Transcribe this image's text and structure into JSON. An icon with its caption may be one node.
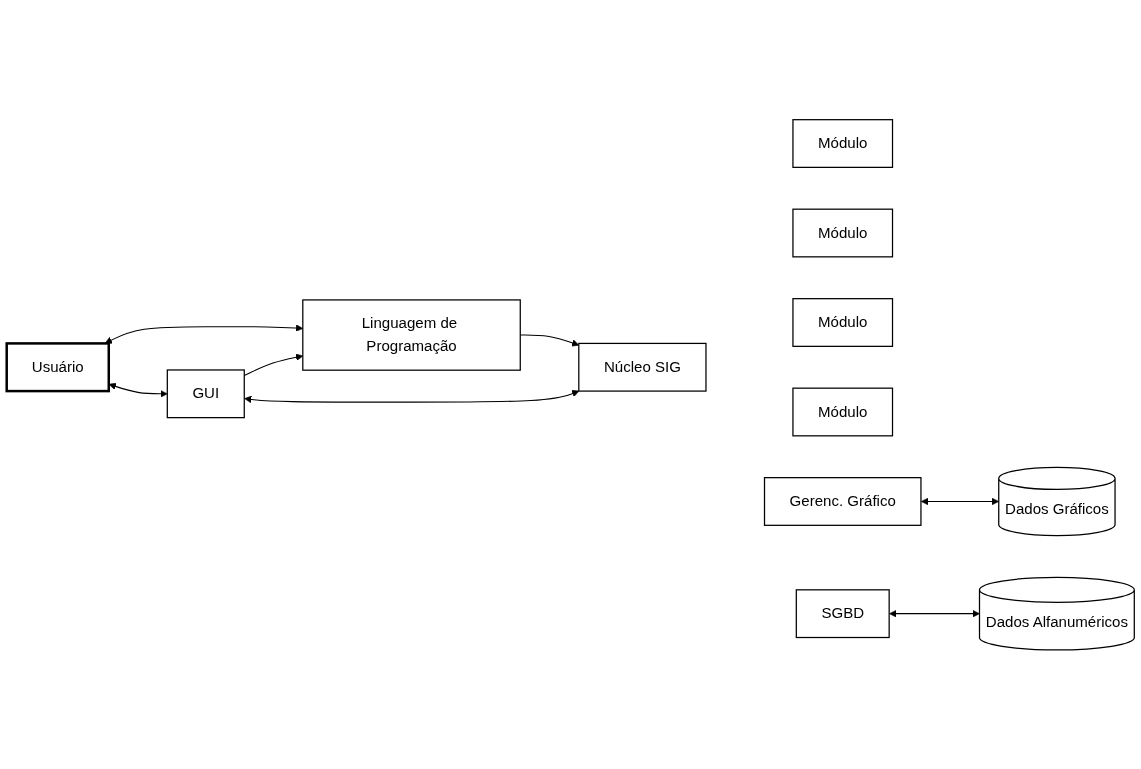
{
  "diagram": {
    "nodes": [
      {
        "text": [
          "Linguagem de Programação"
        ]
      },
      {
        "text": [
          "Usuário"
        ]
      },
      {
        "text": [
          "GUI"
        ]
      },
      {
        "text": [
          "Núcleo SIG"
        ]
      },
      {
        "text": [
          "Módulo"
        ]
      },
      {
        "text": [
          "Módulo"
        ]
      },
      {
        "text": [
          "Módulo"
        ]
      },
      {
        "text": [
          "Módulo"
        ]
      },
      {
        "text": [
          "Gerenc. Gráfico"
        ]
      },
      {
        "text": [
          "SGBD"
        ]
      },
      {
        "text": [
          "Dados Gráficos"
        ]
      },
      {
        "text": [
          "Dados Alfanuméricos"
        ]
      }
    ],
    "edges": [
      {
        "from": 1,
        "to": 0,
        "arrow": "both"
      },
      {
        "from": 2,
        "to": 0,
        "arrow": "to"
      },
      {
        "from": 0,
        "to": 3,
        "arrow": "to"
      },
      {
        "from": 1,
        "to": 2,
        "arrow": "both"
      },
      {
        "from": 2,
        "to": 3,
        "arrow": "both"
      },
      {
        "from": 8,
        "to": 10,
        "arrow": "both"
      },
      {
        "from": 9,
        "to": 11,
        "arrow": "both"
      }
    ]
  }
}
